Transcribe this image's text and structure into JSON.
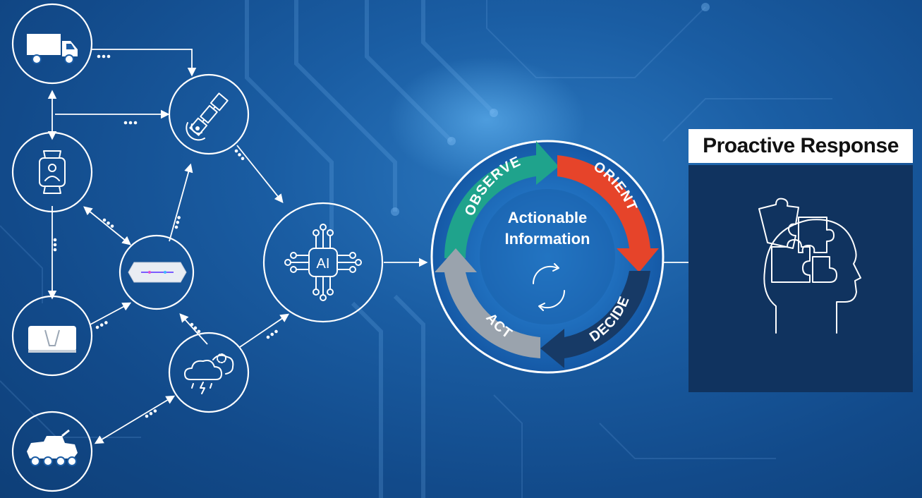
{
  "ooda": {
    "center_line1": "Actionable",
    "center_line2": "Information",
    "stages": {
      "observe": "OBSERVE",
      "orient": "ORIENT",
      "decide": "DECIDE",
      "act": "ACT"
    },
    "colors": {
      "observe": "#1fa38c",
      "orient": "#e6442a",
      "decide": "#173a66",
      "act": "#9aa3ad"
    }
  },
  "ai_node": {
    "label": "AI"
  },
  "response": {
    "title": "Proactive Response"
  },
  "nodes": {
    "truck": "truck-icon",
    "satellite": "satellite-icon",
    "smartwatch": "smartwatch-icon",
    "sensor": "sensor-device-icon",
    "scale": "scale-device-icon",
    "weather": "weather-icon",
    "vehicle": "armored-vehicle-icon"
  }
}
